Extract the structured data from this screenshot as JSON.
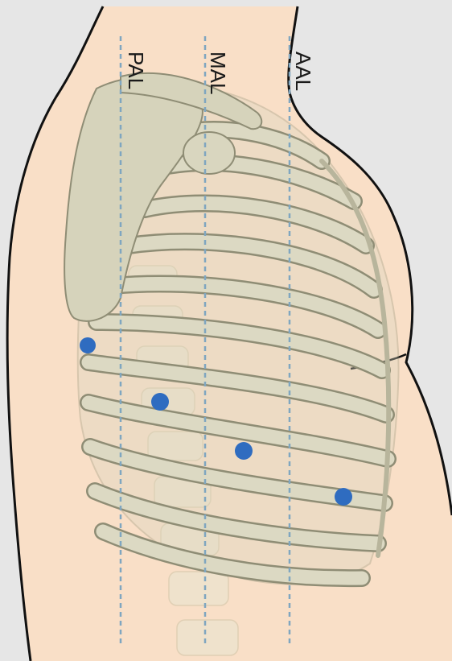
{
  "labels": {
    "pal": "PAL",
    "mal": "MAL",
    "aal": "AAL"
  },
  "colors": {
    "background": "#e6e6e6",
    "skin": "#f9dfc7",
    "bone": "#d9d6bf",
    "bone_shadow": "#b9b69c",
    "outline": "#111111",
    "guide_line": "#7fa6c0",
    "marker": "#2f6cc0",
    "spine": "#efe2cc"
  },
  "markers": [
    {
      "name": "marker-1"
    },
    {
      "name": "marker-2"
    },
    {
      "name": "marker-3"
    },
    {
      "name": "marker-4"
    }
  ]
}
